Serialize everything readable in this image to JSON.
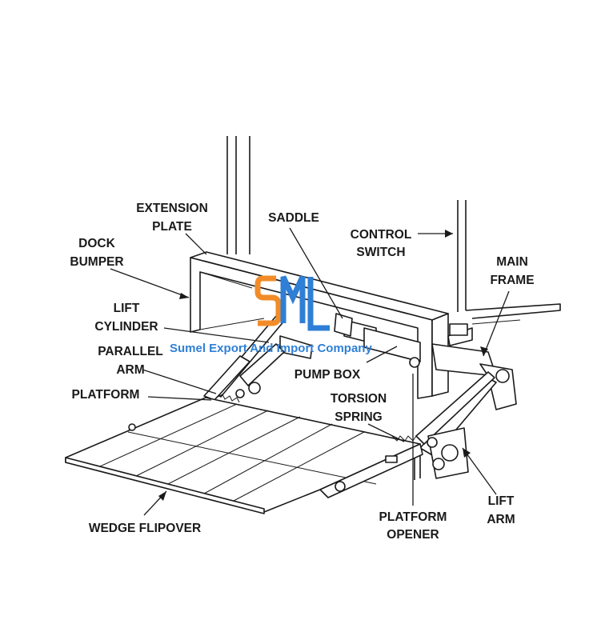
{
  "labels": {
    "extension_plate": [
      "EXTENSION",
      "PLATE"
    ],
    "saddle": "SADDLE",
    "control_switch": [
      "CONTROL",
      "SWITCH"
    ],
    "dock_bumper": [
      "DOCK",
      "BUMPER"
    ],
    "main_frame": [
      "MAIN",
      "FRAME"
    ],
    "lift_cylinder": [
      "LIFT",
      "CYLINDER"
    ],
    "parallel_arm": [
      "PARALLEL",
      "ARM"
    ],
    "pump_box": "PUMP BOX",
    "platform": "PLATFORM",
    "torsion_spring": [
      "TORSION",
      "SPRING"
    ],
    "wedge_flipover": "WEDGE FLIPOVER",
    "platform_opener": [
      "PLATFORM",
      "OPENER"
    ],
    "lift_arm": [
      "LIFT",
      "ARM"
    ]
  },
  "watermark": {
    "text": "Sumel Export And Import Company",
    "colors": {
      "orange": "#f28c28",
      "blue": "#2f7fd6"
    }
  }
}
